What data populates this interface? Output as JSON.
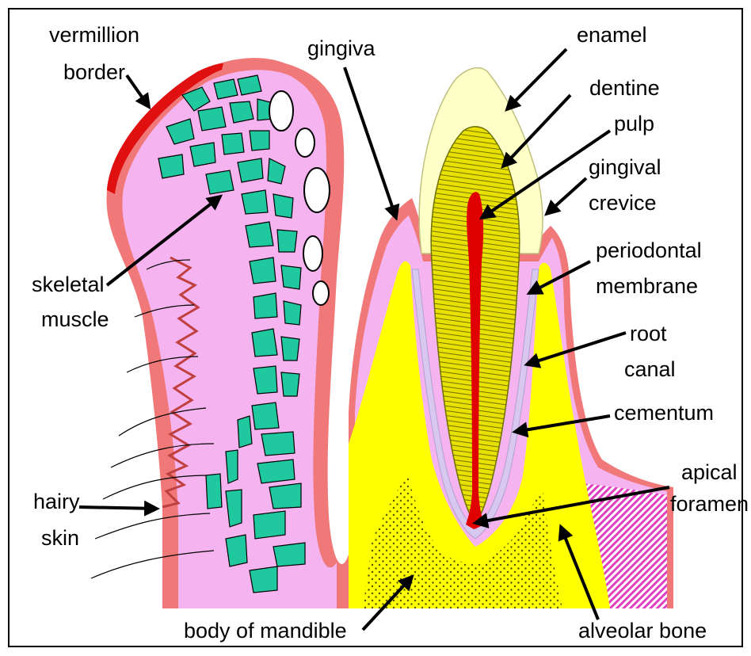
{
  "labels": {
    "vermillion_line1": "vermillion",
    "vermillion_line2": "border",
    "gingiva": "gingiva",
    "enamel": "enamel",
    "dentine": "dentine",
    "pulp": "pulp",
    "gingival_line1": "gingival",
    "gingival_line2": "crevice",
    "periodontal_line1": "periodontal",
    "periodontal_line2": "membrane",
    "root_canal_line1": "root",
    "root_canal_line2": "canal",
    "cementum": "cementum",
    "apical_line1": "apical",
    "apical_line2": "foramen",
    "skeletal_line1": "skeletal",
    "skeletal_line2": "muscle",
    "hairy_line1": "hairy",
    "hairy_line2": "skin",
    "body_of_mandible": "body of mandible",
    "alveolar_bone": "alveolar bone"
  },
  "colors": {
    "frame": "#000000",
    "skin": "#f07878",
    "lip_red": "#e01010",
    "pink_tissue": "#f5b4f0",
    "muscle": "#20c8a0",
    "bone": "#ffff00",
    "enamel": "#ffffc8",
    "dentine": "#e8e000",
    "pulp": "#e00000",
    "cementum": "#d8c8f0",
    "magenta_hatch": "#e040c0"
  }
}
